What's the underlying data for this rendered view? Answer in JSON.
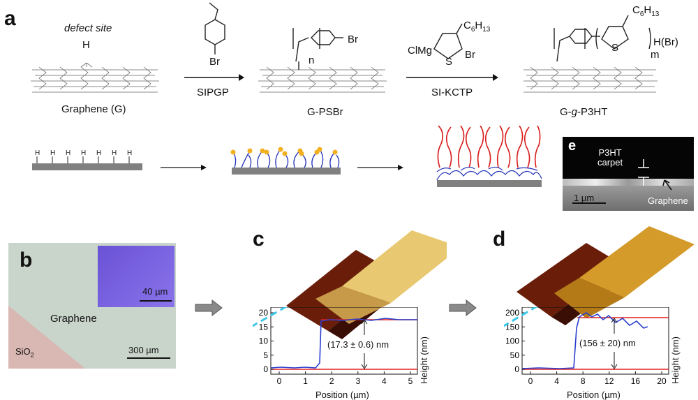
{
  "panel_a": {
    "letter": "a",
    "defect_label": "defect site",
    "h_atom": "H",
    "graphene_label": "Graphene (G)",
    "step1_label": "SIPGP",
    "step1_monomer_sub": "Br",
    "gpsbr_label": "G-PSBr",
    "n_label": "n",
    "br_label": "Br",
    "step2_label": "SI-KCTP",
    "thiophene_c": "C",
    "thiophene_sub": "6",
    "thiophene_h": "H",
    "thiophene_sub2": "13",
    "clmg": "ClMg",
    "s_label": "S",
    "br2": "Br",
    "p3ht_label_prefix": "G-",
    "p3ht_label_italic": "g",
    "p3ht_label_suffix": "-P3HT",
    "endgroup": "H(Br)",
    "m_label": "m"
  },
  "panel_e": {
    "letter": "e",
    "carpet_line1": "P3HT",
    "carpet_line2": "carpet",
    "scale": "1 µm",
    "graphene": "Graphene"
  },
  "panel_b": {
    "letter": "b",
    "inset_scale": "40 µm",
    "graphene": "Graphene",
    "sio2": "SiO",
    "sio2_sub": "2",
    "scale": "300 µm"
  },
  "panel_c": {
    "letter": "c",
    "annotation": "(17.3 ± 0.6) nm",
    "xlabel": "Position (µm)",
    "ylabel": "Height (nm)",
    "yticks": [
      "0",
      "5",
      "10",
      "15",
      "20"
    ],
    "xticks": [
      "0",
      "1",
      "2",
      "3",
      "4",
      "5"
    ]
  },
  "panel_d": {
    "letter": "d",
    "annotation": "(156 ± 20) nm",
    "xlabel": "Position (µm)",
    "ylabel": "Height (nm)",
    "yticks": [
      "0",
      "50",
      "100",
      "150",
      "200"
    ],
    "xticks": [
      "0",
      "4",
      "8",
      "12",
      "16",
      "20"
    ]
  },
  "colors": {
    "profile": "#2a3fcf",
    "level": "#e02020",
    "dashed": "#3cc8e8",
    "afm_low": "#6a1e0a",
    "afm_high": "#e8c870",
    "brush_red": "#d81818",
    "brush_blue": "#1f2fb8",
    "bead": "#f2b020"
  }
}
